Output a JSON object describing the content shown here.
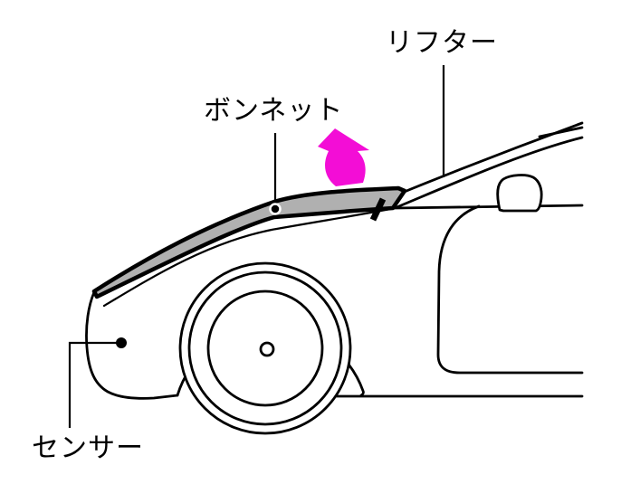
{
  "figure": {
    "description": "Line drawing of a car front end: pop-up bonnet raised at its rear edge by a lifter, arrow showing lift direction, sensor location dot on the front bumper",
    "labels": {
      "lifter": "リフター",
      "bonnet": "ボンネット",
      "sensor": "センサー"
    }
  },
  "colors": {
    "arrow": "#F30DD6",
    "hood_fill": "#B0B0B0",
    "line": "#000000",
    "label_text": "#000000",
    "background": "#FFFFFF"
  }
}
